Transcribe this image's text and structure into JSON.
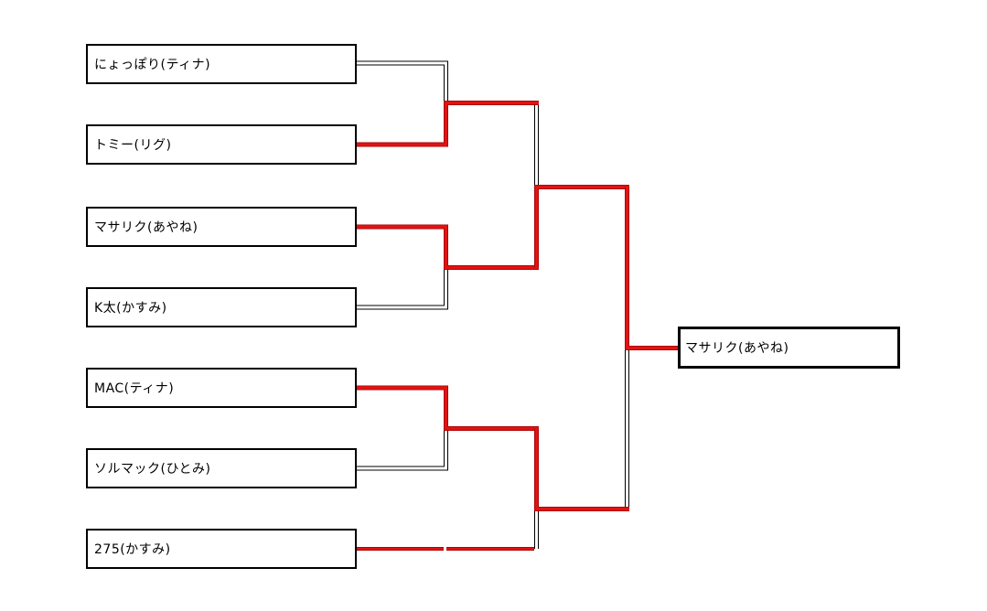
{
  "bracket": {
    "players": [
      {
        "name": "にょっぽり(ティナ)"
      },
      {
        "name": "トミー(リグ)"
      },
      {
        "name": "マサリク(あやね)"
      },
      {
        "name": "K太(かすみ)"
      },
      {
        "name": "MAC(ティナ)"
      },
      {
        "name": "ソルマック(ひとみ)"
      },
      {
        "name": "275(かすみ)"
      }
    ],
    "round1": [
      {
        "top": "にょっぽり(ティナ)",
        "bottom": "トミー(リグ)",
        "winner": "トミー(リグ)"
      },
      {
        "top": "マサリク(あやね)",
        "bottom": "K太(かすみ)",
        "winner": "マサリク(あやね)"
      },
      {
        "top": "MAC(ティナ)",
        "bottom": "ソルマック(ひとみ)",
        "winner": "MAC(ティナ)"
      },
      {
        "bye": "275(かすみ)"
      }
    ],
    "semifinals": [
      {
        "top": "トミー(リグ)",
        "bottom": "マサリク(あやね)",
        "winner": "マサリク(あやね)"
      },
      {
        "top": "MAC(ティナ)",
        "bottom": "275(かすみ)",
        "winner": "MAC(ティナ)"
      }
    ],
    "final": {
      "top": "マサリク(あやね)",
      "bottom": "MAC(ティナ)",
      "winner": "マサリク(あやね)"
    },
    "champion": "マサリク(あやね)"
  },
  "colors": {
    "background": "#ffffff",
    "text": "#000000",
    "box_border": "#000000",
    "winner_line_core": "#e31212",
    "winner_line_edge": "#9a0000",
    "loser_line_edge": "#000000",
    "loser_line_core": "#ffffff"
  }
}
